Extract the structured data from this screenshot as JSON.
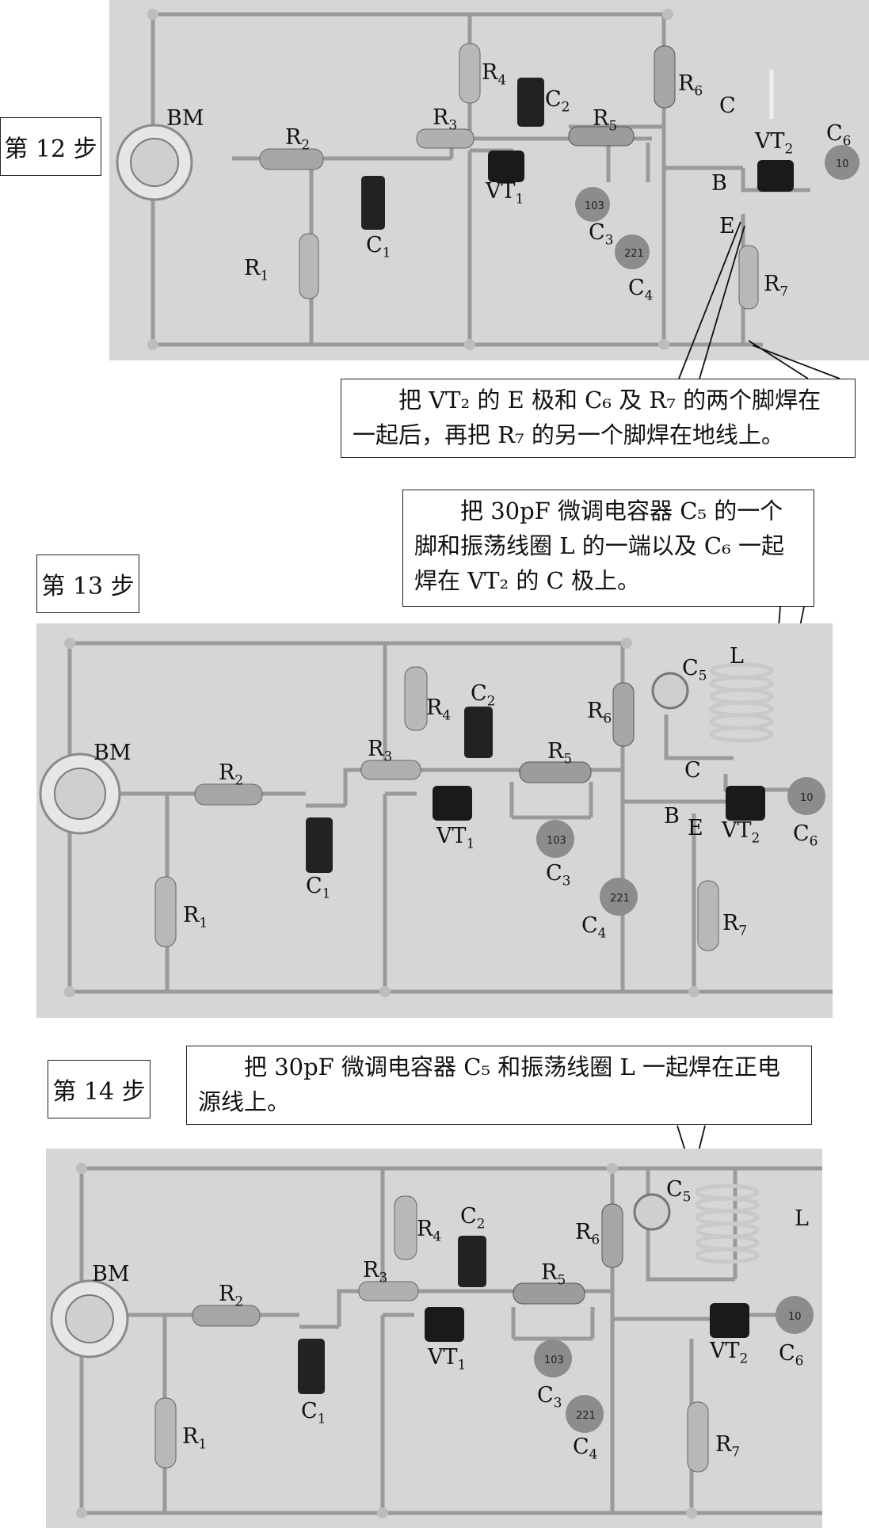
{
  "steps": {
    "s12": "第 12 步",
    "s13": "第 13 步",
    "s14": "第 14 步"
  },
  "callouts": {
    "c12": "把 VT₂ 的 E 极和 C₆ 及 R₇ 的两个脚焊在一起后，再把 R₇ 的另一个脚焊在地线上。",
    "c13": "把 30pF 微调电容器 C₅ 的一个脚和振荡线圈 L 的一端以及 C₆ 一起焊在 VT₂ 的 C 极上。",
    "c14": "把 30pF 微调电容器 C₅ 和振荡线圈 L 一起焊在正电源线上。"
  },
  "components": {
    "bm": "BM",
    "r1": "R",
    "r1n": "1",
    "r2": "R",
    "r2n": "2",
    "r3": "R",
    "r3n": "3",
    "r4": "R",
    "r4n": "4",
    "r5": "R",
    "r5n": "5",
    "r6": "R",
    "r6n": "6",
    "r7": "R",
    "r7n": "7",
    "c1": "C",
    "c1n": "1",
    "c2": "C",
    "c2n": "2",
    "c3": "C",
    "c3n": "3",
    "c4": "C",
    "c4n": "4",
    "c5": "C",
    "c5n": "5",
    "c6": "C",
    "c6n": "6",
    "vt1": "VT",
    "vt1n": "1",
    "vt2": "VT",
    "vt2n": "2",
    "coil": "L",
    "pin_c": "C",
    "pin_b": "B",
    "pin_e": "E"
  },
  "cap_codes": {
    "c3": "103",
    "c4": "221",
    "c6": "10"
  }
}
